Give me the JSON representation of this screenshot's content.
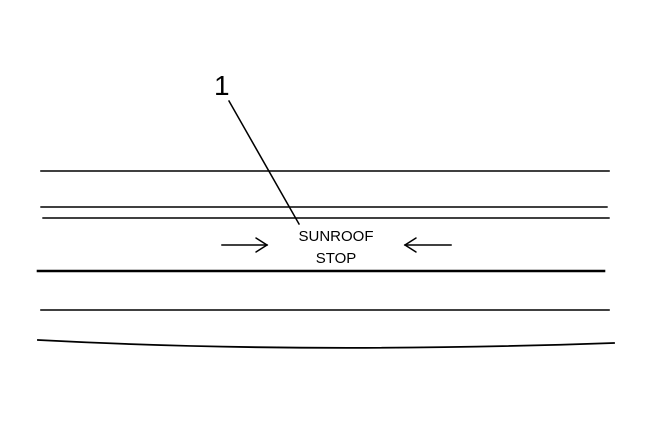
{
  "diagram": {
    "callout": "1",
    "part_label": {
      "line1": "SUNROOF",
      "line2": "STOP"
    },
    "colors": {
      "line": "#000000",
      "background": "#ffffff"
    },
    "icons": {
      "left_arrow": "right-pointing-arrow-icon",
      "right_arrow": "left-pointing-arrow-icon"
    }
  }
}
